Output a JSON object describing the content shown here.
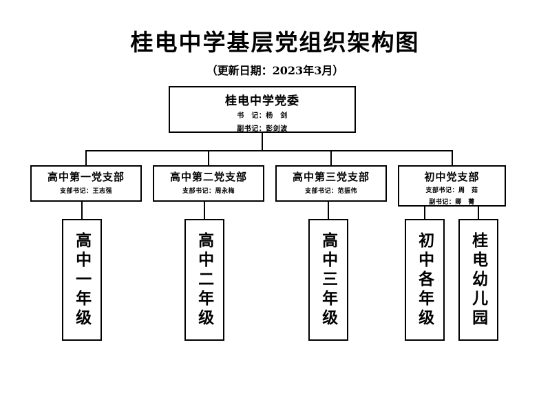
{
  "header": {
    "title": "桂电中学基层党组织架构图",
    "subtitle": "（更新日期：2023年3月）"
  },
  "chart_data": {
    "type": "diagram",
    "diagram_kind": "organization-chart",
    "orientation": "top-down",
    "title": "桂电中学基层党组织架构图",
    "subtitle": "（更新日期：2023年3月）",
    "colors": {
      "background": "#ffffff",
      "border": "#000000",
      "text": "#000000"
    },
    "root": {
      "id": "party-committee",
      "title": "桂电中学党委",
      "roles": [
        {
          "label": "书　记：",
          "name": "杨　剑"
        },
        {
          "label": "副书记：",
          "name": "彭剑波"
        }
      ]
    },
    "branches": [
      {
        "id": "senior-branch-1",
        "title": "高中第一党支部",
        "roles": [
          {
            "label": "支部书记：",
            "name": "王志强"
          }
        ],
        "children": [
          {
            "id": "grade-10",
            "title": "高中一年级"
          }
        ]
      },
      {
        "id": "senior-branch-2",
        "title": "高中第二党支部",
        "roles": [
          {
            "label": "支部书记：",
            "name": "周永梅"
          }
        ],
        "children": [
          {
            "id": "grade-11",
            "title": "高中二年级"
          }
        ]
      },
      {
        "id": "senior-branch-3",
        "title": "高中第三党支部",
        "roles": [
          {
            "label": "支部书记：",
            "name": "范振伟"
          }
        ],
        "children": [
          {
            "id": "grade-12",
            "title": "高中三年级"
          }
        ]
      },
      {
        "id": "junior-branch",
        "title": "初中党支部",
        "roles": [
          {
            "label": "支部书记：",
            "name": "周　茹"
          },
          {
            "label": "副书记：",
            "name": "卿　菁"
          }
        ],
        "children": [
          {
            "id": "junior-grades",
            "title": "初中各年级"
          },
          {
            "id": "kindergarten",
            "title": "桂电幼儿园"
          }
        ]
      }
    ]
  },
  "nodes": {
    "root": {
      "title": "桂电中学党委",
      "line1": "书　记：杨　剑",
      "line2": "副书记：彭剑波"
    },
    "b1": {
      "title": "高中第一党支部",
      "line1": "支部书记：王志强"
    },
    "b2": {
      "title": "高中第二党支部",
      "line1": "支部书记：周永梅"
    },
    "b3": {
      "title": "高中第三党支部",
      "line1": "支部书记：范振伟"
    },
    "b4": {
      "title": "初中党支部",
      "line1": "支部书记：周　茹",
      "line2": "副书记：卿　菁"
    },
    "l1": {
      "title": "高中一年级"
    },
    "l2": {
      "title": "高中二年级"
    },
    "l3": {
      "title": "高中三年级"
    },
    "l4": {
      "title": "初中各年级"
    },
    "l5": {
      "title": "桂电幼儿园"
    }
  }
}
